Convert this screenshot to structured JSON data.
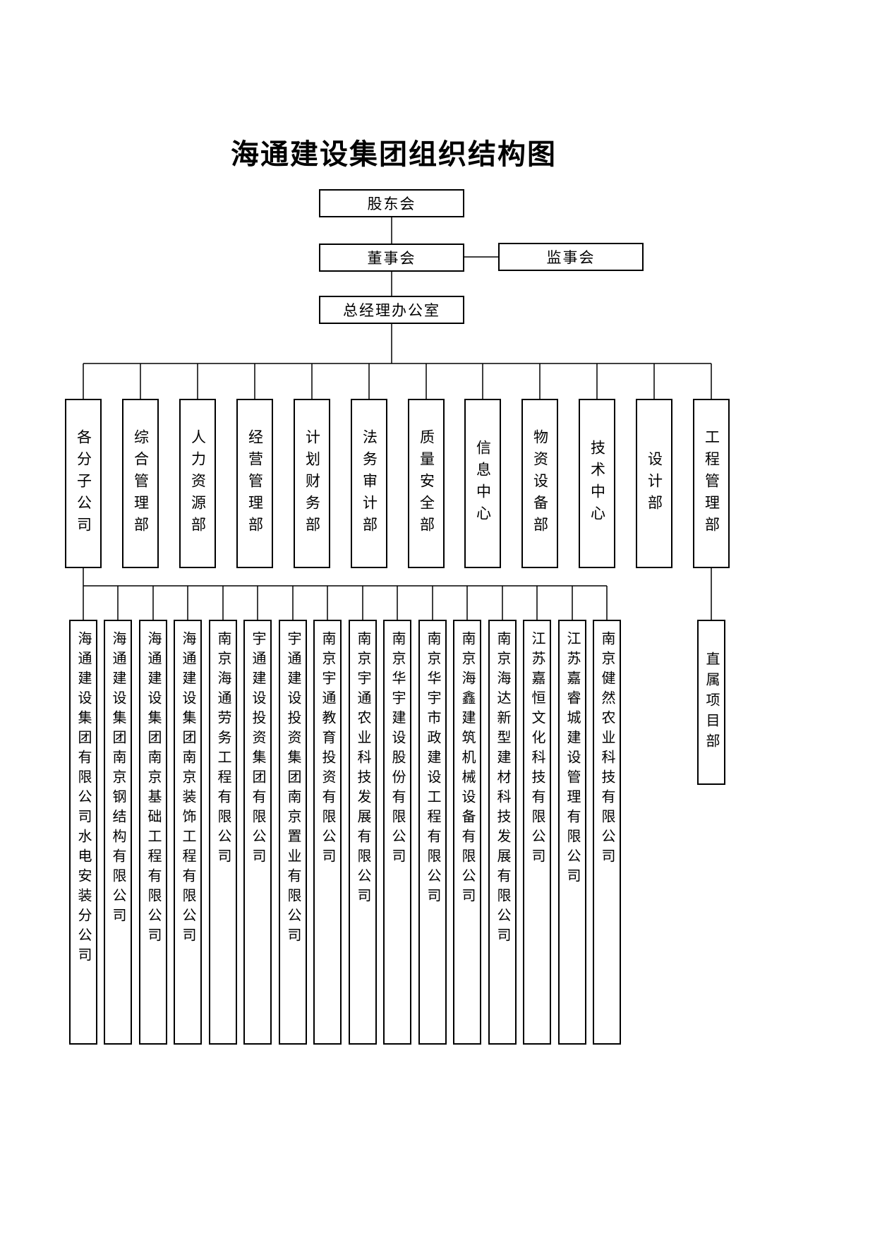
{
  "title": "海通建设集团组织结构图",
  "top": {
    "shareholders": "股东会",
    "board": "董事会",
    "supervisory": "监事会",
    "gm_office": "总经理办公室"
  },
  "departments": [
    {
      "label": "各分子公司"
    },
    {
      "label": "综合管理部"
    },
    {
      "label": "人力资源部"
    },
    {
      "label": "经营管理部"
    },
    {
      "label": "计划财务部"
    },
    {
      "label": "法务审计部"
    },
    {
      "label": "质量安全部"
    },
    {
      "label": "信息中心"
    },
    {
      "label": "物资设备部"
    },
    {
      "label": "技术中心"
    },
    {
      "label": "设计部"
    },
    {
      "label": "工程管理部"
    }
  ],
  "subsidiaries": [
    {
      "label": "海通建设集团有限公司水电安装分公司"
    },
    {
      "label": "海通建设集团南京钢结构有限公司"
    },
    {
      "label": "海通建设集团南京基础工程有限公司"
    },
    {
      "label": "海通建设集团南京装饰工程有限公司"
    },
    {
      "label": "南京海通劳务工程有限公司"
    },
    {
      "label": "宇通建设投资集团有限公司"
    },
    {
      "label": "宇通建设投资集团南京置业有限公司"
    },
    {
      "label": "南京宇通教育投资有限公司"
    },
    {
      "label": "南京宇通农业科技发展有限公司"
    },
    {
      "label": "南京华宇建设股份有限公司"
    },
    {
      "label": "南京华宇市政建设工程有限公司"
    },
    {
      "label": "南京海鑫建筑机械设备有限公司"
    },
    {
      "label": "南京海达新型建材科技发展有限公司"
    },
    {
      "label": "江苏嘉恒文化科技有限公司"
    },
    {
      "label": "江苏嘉睿城建设管理有限公司"
    },
    {
      "label": "南京健然农业科技有限公司"
    }
  ],
  "direct_project": "直属项目部"
}
